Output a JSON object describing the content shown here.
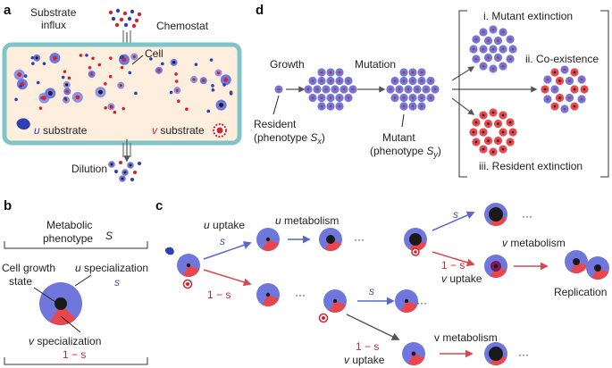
{
  "colors": {
    "cell_blue": "#6f77dc",
    "cell_red": "#e8474e",
    "u_substrate": "#2e3fb8",
    "v_substrate": "#d0242e",
    "core": "#1a1a1a",
    "chemostat_border": "#7ec4c8",
    "chemostat_fill": "#fdeedd",
    "arrow": "#555555",
    "arrow_blue": "#5b66c9",
    "arrow_red": "#d9474e"
  },
  "panel_a": {
    "letter": "a",
    "substrate_influx_line1": "Substrate",
    "substrate_influx_line2": "influx",
    "chemostat": "Chemostat",
    "cell": "Cell",
    "u_substrate_u": "u",
    "u_substrate_rest": " substrate",
    "v_substrate_v": "v",
    "v_substrate_rest": " substrate",
    "dilution": "Dilution"
  },
  "panel_b": {
    "letter": "b",
    "metabolic_line1": "Metabolic",
    "metabolic_line2": "phenotype",
    "s_symbol": "S",
    "cell_growth_line1": "Cell growth",
    "cell_growth_line2": "state",
    "u_spec_u": "u",
    "u_spec_rest": " specialization",
    "u_spec_value": "s",
    "v_spec_v": "v",
    "v_spec_rest": " specialization",
    "v_spec_value": "1 − s"
  },
  "panel_c": {
    "letter": "c",
    "u_uptake_u": "u",
    "u_uptake_rest": " uptake",
    "s_top": "s",
    "one_minus_s_left": "1 − s",
    "u_metabolism_u": "u",
    "u_metabolism_rest": " metabolism",
    "ellipsis": "···",
    "s_upper_right": "s",
    "v_metabolism_top_v": "v",
    "v_metabolism_top_rest": " metabolism",
    "one_minus_s_mid": "1 − s",
    "v_uptake_mid_v": "v",
    "v_uptake_mid_rest": " uptake",
    "replication": "Replication",
    "s_lower": "s",
    "one_minus_s_bottom": "1 − s",
    "v_uptake_bottom_v": "v",
    "v_uptake_bottom_rest": " uptake",
    "v_metabolism_bottom": "v metabolism"
  },
  "panel_d": {
    "letter": "d",
    "growth": "Growth",
    "mutation": "Mutation",
    "resident_line1": "Resident",
    "resident_line2": "(phenotype ",
    "resident_sym": "S",
    "resident_sub": "x",
    "mutant_line1": "Mutant",
    "mutant_line2": "(phenotype ",
    "mutant_sym": "S",
    "mutant_sub": "y",
    "outcome_1": "i. Mutant extinction",
    "outcome_2": "ii. Co-existence",
    "outcome_3": "iii. Resident extinction"
  }
}
